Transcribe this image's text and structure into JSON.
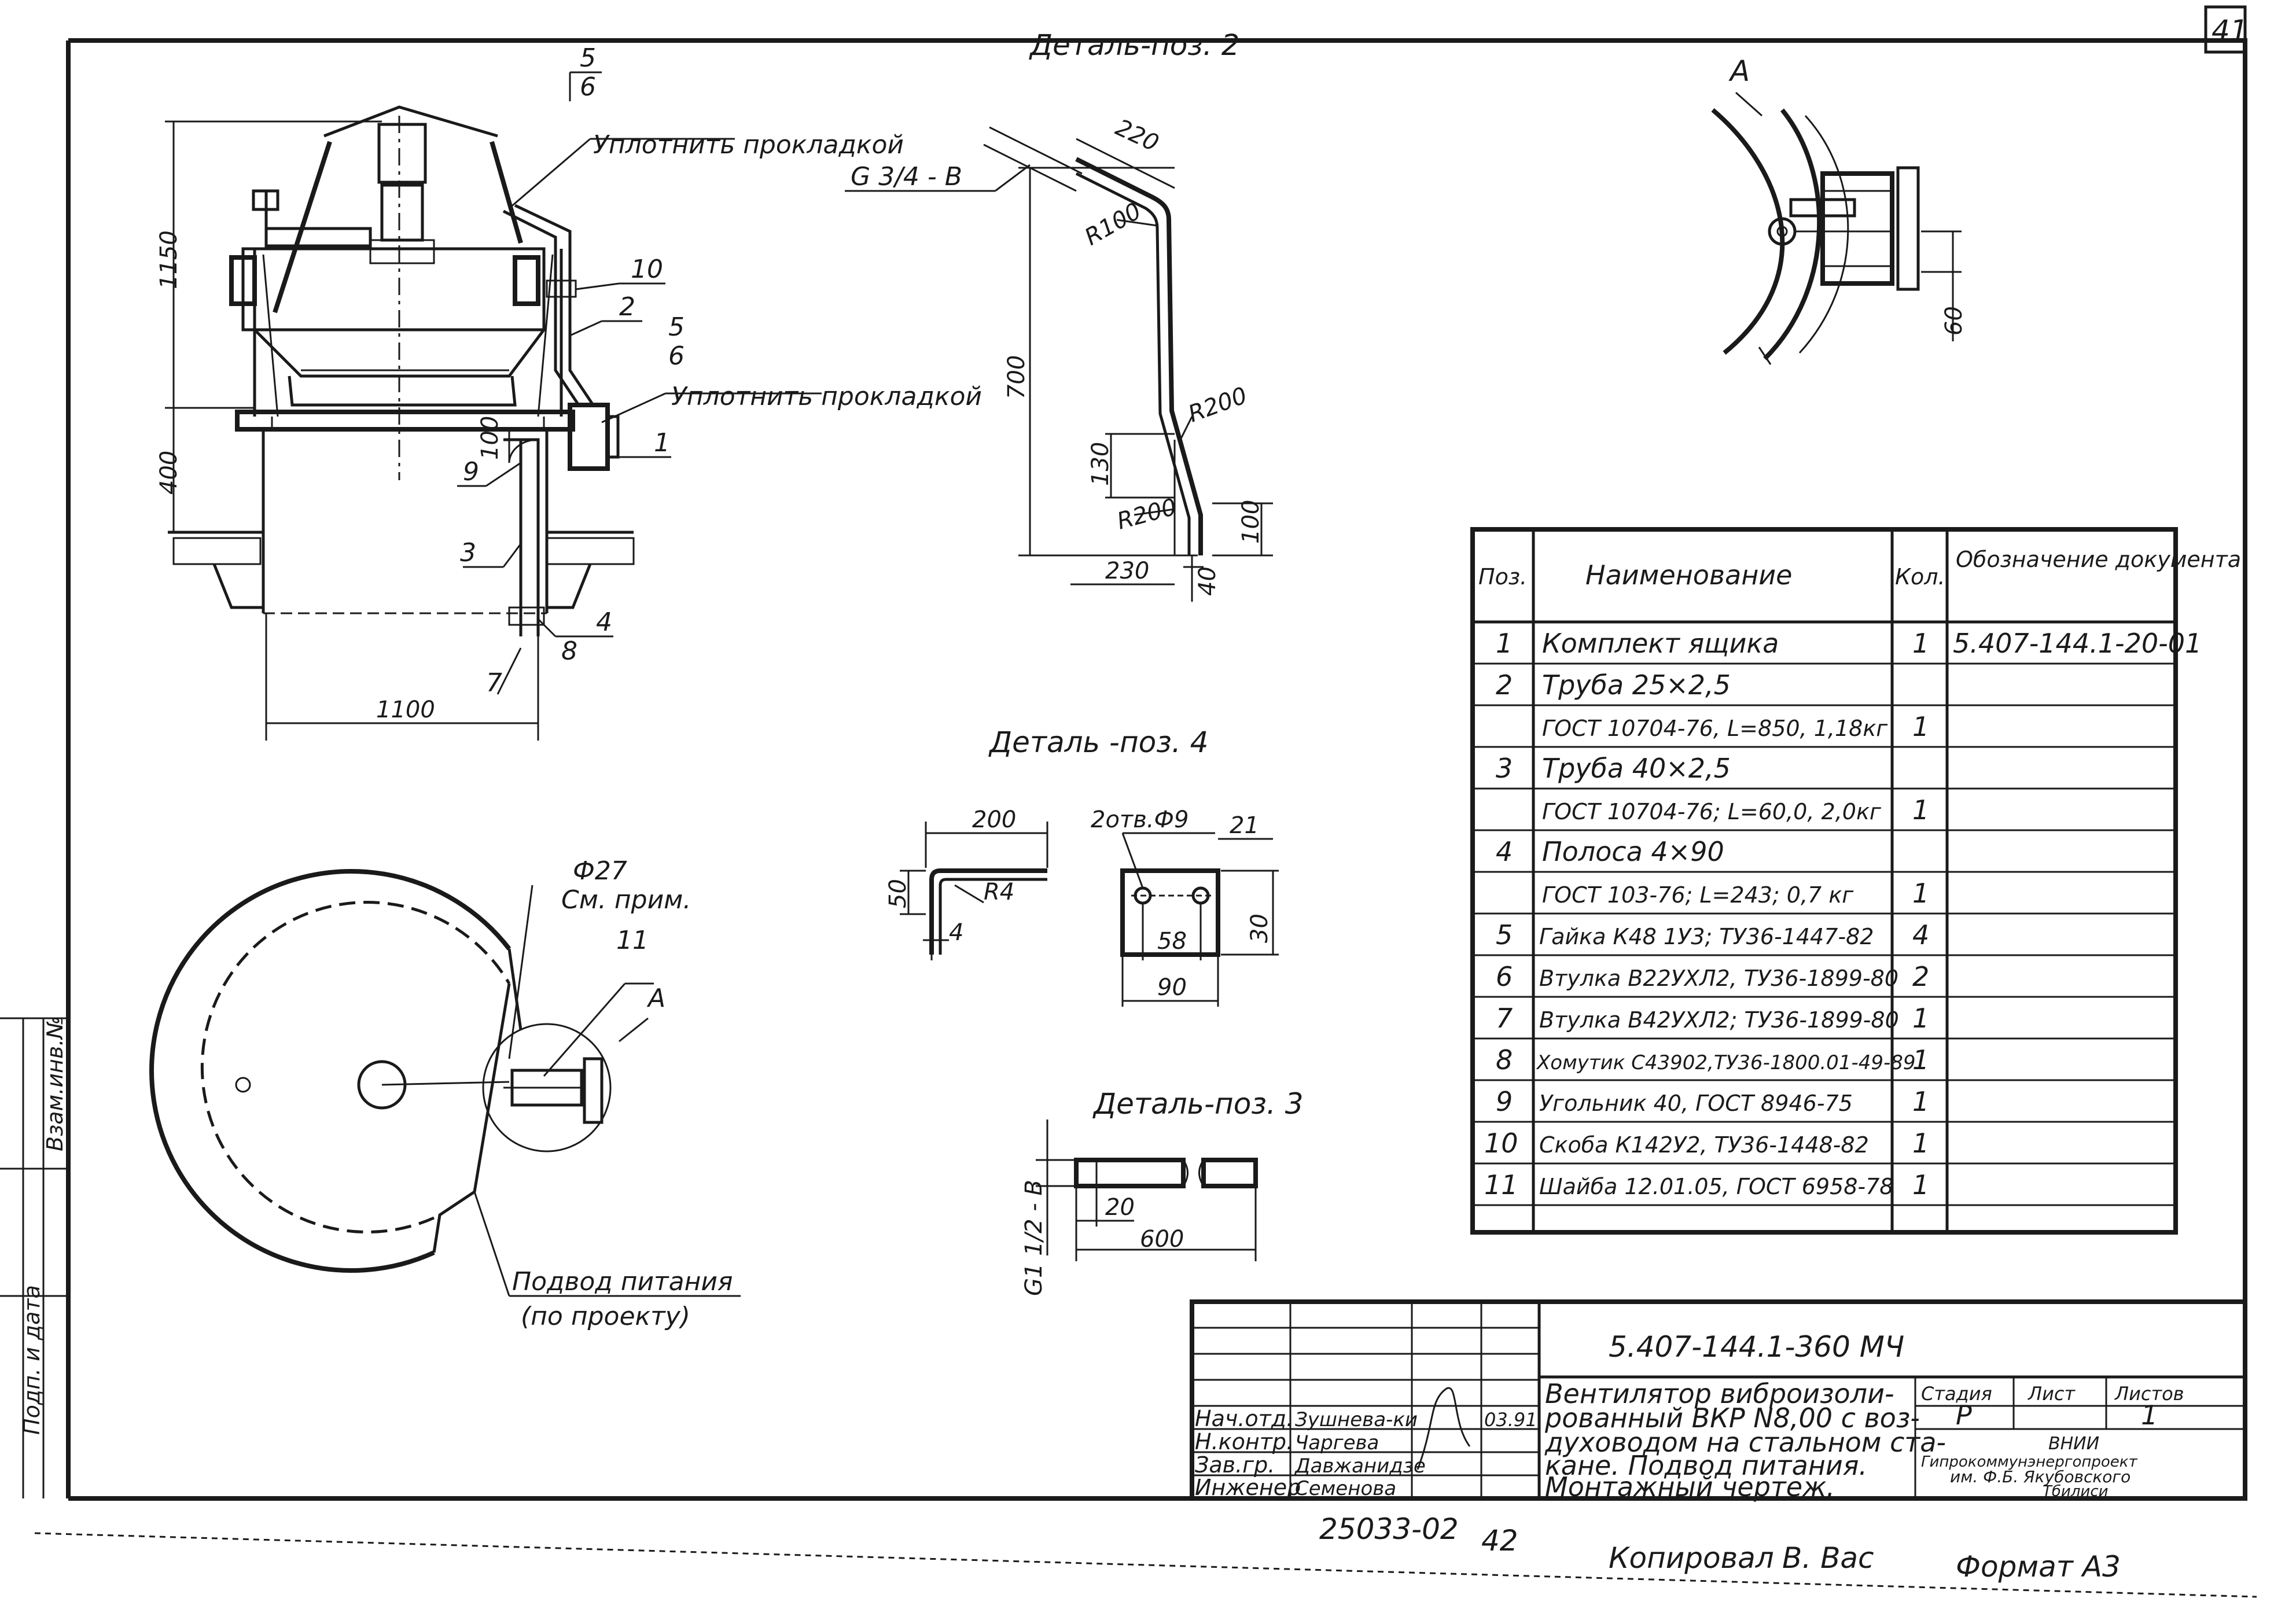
{
  "sheet_number": "41",
  "detail_pos2": "Деталь-поз. 2",
  "detail_pos4": "Деталь -поз. 4",
  "detail_pos3": "Деталь-поз. 3",
  "view_a": "А",
  "main_view": {
    "dims": {
      "h1150": "1150",
      "h400": "400",
      "w1100": "1100",
      "d100": "100"
    },
    "seal_note": "Уплотнить прокладкой",
    "callouts": {
      "p1": "1",
      "p2": "2",
      "p3": "3",
      "p4": "4",
      "p5": "5",
      "p6": "6",
      "p7": "7",
      "p8": "8",
      "p9": "9",
      "p10": "10"
    }
  },
  "plan_view": {
    "diam": "Ф27",
    "note": "См. прим.",
    "callout11": "11",
    "callout_a": "А",
    "supply": "Подвод питания",
    "supply_sub": "(по проекту)"
  },
  "detail2": {
    "thread": "G 3/4 - B",
    "d220": "220",
    "r100": "R100",
    "d700": "700",
    "r200a": "R200",
    "d130": "130",
    "r200b": "R200",
    "d100": "100",
    "d230": "230",
    "d40": "40"
  },
  "detail4": {
    "d200": "200",
    "d50": "50",
    "r4": "R4",
    "d4": "4",
    "holes": "2отв.Ф9",
    "d21": "21",
    "d58": "58",
    "d90": "90",
    "d30": "30"
  },
  "detail3": {
    "thread": "G1 1/2 - B",
    "d20": "20",
    "d600": "600"
  },
  "view_a_dims": {
    "d60": "60"
  },
  "spec": {
    "headers": {
      "pos": "Поз.",
      "name": "Наименование",
      "qty": "Кол.",
      "doc": "Обозначение документа"
    },
    "rows": [
      {
        "pos": "1",
        "name": "Комплект ящика",
        "qty": "1",
        "doc": "5.407-144.1-20-01"
      },
      {
        "pos": "2",
        "name": "Труба 25×2,5",
        "qty": "",
        "doc": ""
      },
      {
        "pos": "",
        "name": "ГОСТ 10704-76, L=850, 1,18кг",
        "qty": "1",
        "doc": ""
      },
      {
        "pos": "3",
        "name": "Труба 40×2,5",
        "qty": "",
        "doc": ""
      },
      {
        "pos": "",
        "name": "ГОСТ 10704-76; L=60,0, 2,0кг",
        "qty": "1",
        "doc": ""
      },
      {
        "pos": "4",
        "name": "Полоса 4×90",
        "qty": "",
        "doc": ""
      },
      {
        "pos": "",
        "name": "ГОСТ 103-76; L=243; 0,7 кг",
        "qty": "1",
        "doc": ""
      },
      {
        "pos": "5",
        "name": "Гайка К48 1У3; ТУ36-1447-82",
        "qty": "4",
        "doc": ""
      },
      {
        "pos": "6",
        "name": "Втулка В22УХЛ2, ТУ36-1899-80",
        "qty": "2",
        "doc": ""
      },
      {
        "pos": "7",
        "name": "Втулка В42УХЛ2; ТУ36-1899-80",
        "qty": "1",
        "doc": ""
      },
      {
        "pos": "8",
        "name": "Хомутик С43902,ТУ36-1800.01-49-89",
        "qty": "1",
        "doc": ""
      },
      {
        "pos": "9",
        "name": "Угольник 40, ГОСТ 8946-75",
        "qty": "1",
        "doc": ""
      },
      {
        "pos": "10",
        "name": "Скоба К142У2, ТУ36-1448-82",
        "qty": "1",
        "doc": ""
      },
      {
        "pos": "11",
        "name": "Шайба 12.01.05, ГОСТ 6958-78",
        "qty": "1",
        "doc": ""
      }
    ]
  },
  "title_block": {
    "code": "5.407-144.1-360 МЧ",
    "description": [
      "Вентилятор виброизоли-",
      "рованный ВКР N8,00 с воз-",
      "духоводом на стальном ста-",
      "кане. Подвод питания.",
      "Монтажный чертеж."
    ],
    "stage_label": "Стадия",
    "sheet_label": "Лист",
    "sheets_label": "Листов",
    "stage": "Р",
    "sheet": "1",
    "org": [
      "ВНИИ",
      "Гипрокоммунэнергопроект",
      "им. Ф.Б. Якубовского",
      "Тбилиси"
    ],
    "date": "03.91",
    "roles": [
      {
        "role": "Нач.отд.",
        "name": "Зушнева-ки"
      },
      {
        "role": "Н.контр.",
        "name": "Чаргева"
      },
      {
        "role": "Зав.гр.",
        "name": "Давжанидзе"
      },
      {
        "role": "Инженер",
        "name": "Семенова"
      }
    ]
  },
  "bottom": {
    "doc_num": "25033-02",
    "page": "42",
    "copied": "Копировал",
    "copier": "В. Вас",
    "format": "Формат А3"
  },
  "side_labels": {
    "a": "Подп. и дата",
    "b": "Взам.инв.№"
  }
}
